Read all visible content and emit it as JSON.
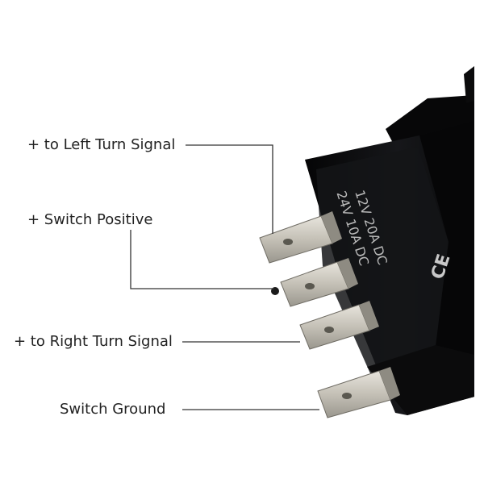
{
  "labels": {
    "left_turn": "+ to Left Turn Signal",
    "switch_positive": "+ Switch Positive",
    "right_turn": "+ to Right Turn Signal",
    "switch_ground": "Switch Ground"
  },
  "switch_body": {
    "rating_line_1": "12V  20A  DC",
    "rating_line_2": "24V  10A  DC",
    "ce_mark": "CE"
  },
  "colors": {
    "body": "#0e0e10",
    "body_highlight": "#2a2b30",
    "terminal": "#c9c6bd",
    "leader_line": "#333333",
    "text": "#222222"
  }
}
